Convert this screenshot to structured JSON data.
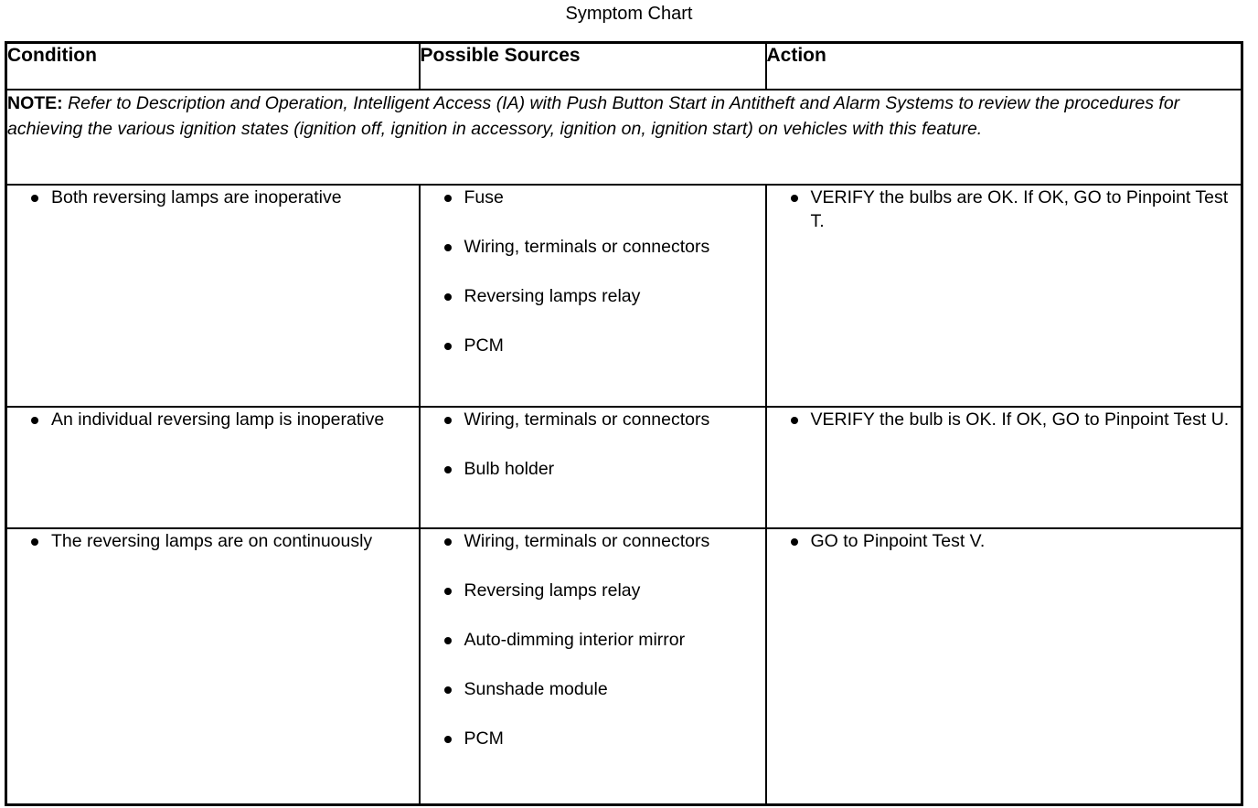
{
  "title": "Symptom Chart",
  "table": {
    "headers": [
      {
        "label": "Condition"
      },
      {
        "label": "Possible Sources"
      },
      {
        "label": "Action"
      }
    ],
    "note": {
      "label": "NOTE:",
      "text": " Refer to Description and Operation, Intelligent Access (IA) with Push Button Start in Antitheft and Alarm Systems to review the procedures for achieving the various ignition states (ignition off, ignition in accessory, ignition on, ignition start) on vehicles with this feature."
    },
    "rows": [
      {
        "condition": [
          "Both reversing lamps are inoperative"
        ],
        "sources": [
          "Fuse",
          "Wiring, terminals or connectors",
          "Reversing lamps relay",
          "PCM"
        ],
        "action": [
          "VERIFY the bulbs are OK. If OK, GO to Pinpoint Test T."
        ]
      },
      {
        "condition": [
          "An individual reversing lamp is inoperative"
        ],
        "sources": [
          "Wiring, terminals or connectors",
          "Bulb holder"
        ],
        "action": [
          "VERIFY the bulb is OK. If OK, GO to Pinpoint Test U."
        ]
      },
      {
        "condition": [
          "The reversing lamps are on continuously"
        ],
        "sources": [
          "Wiring, terminals or connectors",
          "Reversing lamps relay",
          "Auto-dimming interior mirror",
          "Sunshade module",
          "PCM"
        ],
        "action": [
          "GO to Pinpoint Test V."
        ]
      }
    ]
  },
  "colors": {
    "border": "#000000",
    "text": "#000000",
    "background": "#ffffff"
  }
}
